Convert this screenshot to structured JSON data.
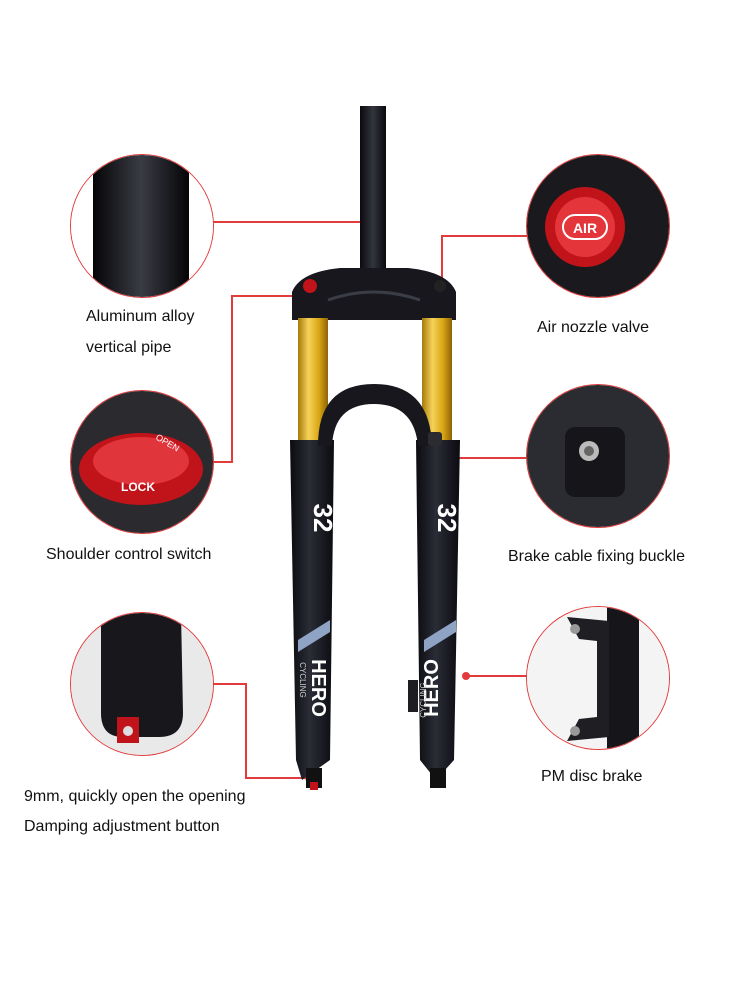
{
  "labels": {
    "pipe_line1": "Aluminum alloy",
    "pipe_line2": "vertical pipe",
    "air": "Air nozzle valve",
    "shoulder": "Shoulder control switch",
    "brake_cable": "Brake cable fixing buckle",
    "damping_line1": "9mm, quickly open the opening",
    "damping_line2": "Damping adjustment button",
    "pm_brake": "PM disc brake"
  },
  "product_text": {
    "size": "32",
    "brand": "HERO",
    "sub_brand": "CYCLING",
    "air_cap": "AIR",
    "lock": "LOCK",
    "open": "OPEN"
  },
  "colors": {
    "accent": "#e23b3b",
    "fork": "#15151b",
    "stanchion": "#d4a017",
    "valve": "#c0141a"
  }
}
